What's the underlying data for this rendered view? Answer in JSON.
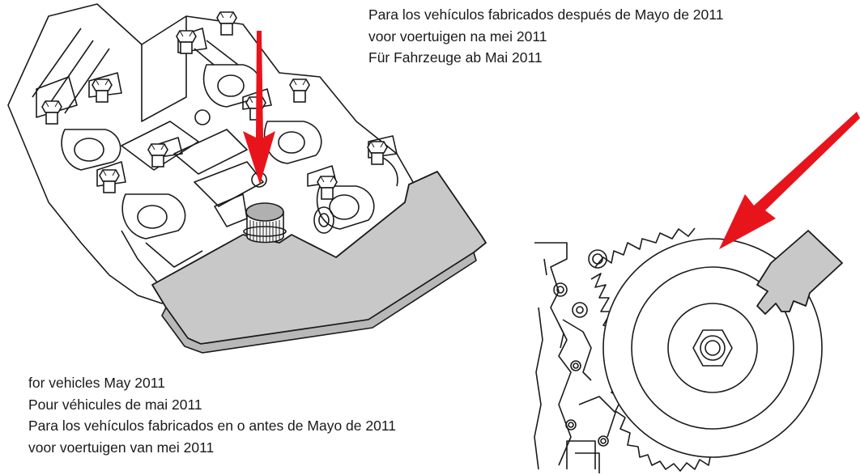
{
  "captions": {
    "top": [
      "Para los vehículos fabricados después de Mayo de 2011",
      "voor voertuigen na mei 2011",
      "Für Fahrzeuge ab Mai 2011"
    ],
    "bottom": [
      "for vehicles May 2011",
      "Pour véhicules de mai 2011",
      "Para los vehículos fabricados en o antes de Mayo de 2011",
      "voor voertuigen van mei 2011"
    ]
  },
  "colors": {
    "line": "#1a1a1a",
    "tool_fill": "#c8c8c8",
    "arrow": "#e8141c",
    "background": "#ffffff"
  },
  "icons": {
    "arrow_1": "down-arrow-icon",
    "arrow_2": "diagonal-arrow-icon"
  }
}
